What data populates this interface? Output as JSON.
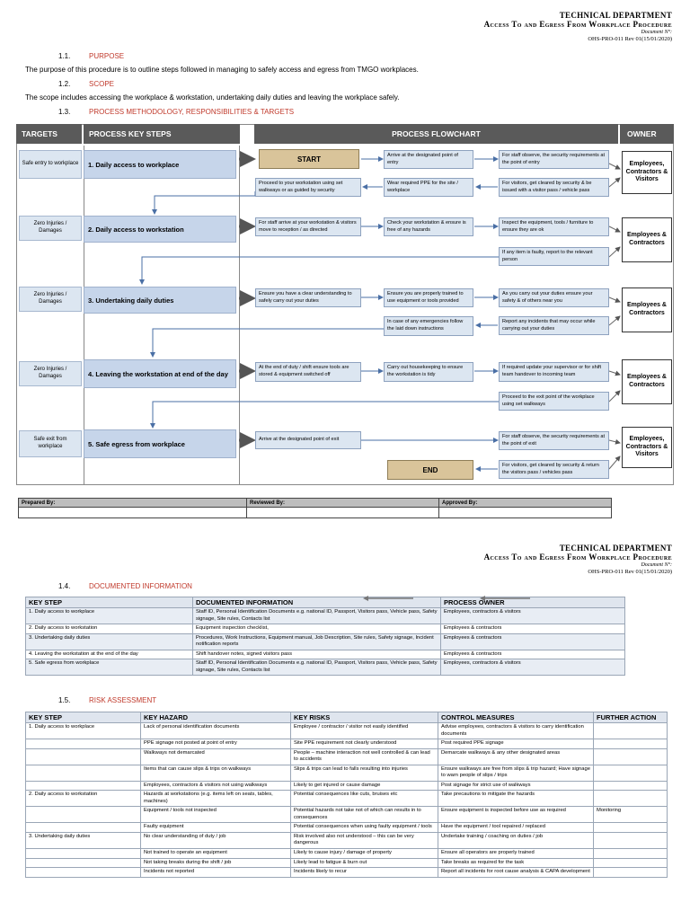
{
  "header": {
    "department": "TECHNICAL DEPARTMENT",
    "procedure": "Access To and Egress From Workplace Procedure",
    "doc_label": "Document N°:",
    "doc_ref": "OHS-PRO-011 Rev 01(15/01/2020)"
  },
  "sections": {
    "purpose": {
      "num": "1.1.",
      "label": "PURPOSE"
    },
    "purpose_text": "The purpose of this procedure is to outline steps followed in managing to safely access and egress from TMGO workplaces.",
    "scope": {
      "num": "1.2.",
      "label": "SCOPE"
    },
    "scope_text": "The scope includes accessing the workplace & workstation, undertaking daily duties and leaving the workplace safely.",
    "method": {
      "num": "1.3.",
      "label": "PROCESS METHODOLOGY, RESPONSIBILITIES & TARGETS"
    },
    "documented": {
      "num": "1.4.",
      "label": "DOCUMENTED INFORMATION"
    },
    "risk": {
      "num": "1.5.",
      "label": "RISK ASSESSMENT"
    }
  },
  "flow_headers": {
    "targets": "TARGETS",
    "key_steps": "PROCESS KEY STEPS",
    "flowchart": "PROCESS FLOWCHART",
    "owner": "OWNER"
  },
  "targets": [
    "Safe entry to workplace",
    "Zero Injuries / Damages",
    "Zero Injuries / Damages",
    "Zero Injuries / Damages",
    "Safe exit from workplace"
  ],
  "steps": [
    "1. Daily access to workplace",
    "2. Daily access to workstation",
    "3. Undertaking daily duties",
    "4. Leaving the workstation at end of the day",
    "5. Safe egress from workplace"
  ],
  "owners": [
    "Employees, Contractors & Visitors",
    "Employees & Contractors",
    "Employees & Contractors",
    "Employees & Contractors",
    "Employees, Contractors & Visitors"
  ],
  "flow": {
    "start": "START",
    "end": "END",
    "r1a": "Arrive at the designated point of entry",
    "r1b": "For staff observe, the security requirements at the point of entry",
    "r1c": "Proceed to your workstation using set walkways or as guided by security",
    "r1d": "Wear required PPE for the site / workplace",
    "r1e": "For visitors, get cleared by security & be issued with a visitor pass / vehicle pass",
    "r2a": "For staff arrive at your workstation & visitors move to reception / as directed",
    "r2b": "Check your workstation & ensure is free of any hazards",
    "r2c": "Inspect the equipment, tools / furniture to ensure they are ok",
    "r2d": "If any item is faulty, report to the relevant person",
    "r3a": "Ensure you have a clear understanding to safely carry out your duties",
    "r3b": "Ensure you are properly trained to use equipment or tools provided",
    "r3c": "As you carry out your duties ensure your safety & of others near you",
    "r3d": "In case of any emergencies follow the laid down instructions",
    "r3e": "Report any incidents that may occur while carrying out your duties",
    "r4a": "At the end of duty / shift ensure tools are stored & equipment switched off",
    "r4b": "Carry out housekeeping to ensure the workstation is tidy",
    "r4c": "If required update your supervisor or for shift team handover to incoming team",
    "r4d": "Proceed to the exit point of the workplace using set walkways",
    "r5a": "Arrive at the designated point of exit",
    "r5b": "For staff observe, the security requirements at the point of exit",
    "r5c": "For visitors, get cleared by security & return the visitors pass / vehicles pass"
  },
  "signatures": {
    "prepared": "Prepared By:",
    "reviewed": "Reviewed By:",
    "approved": "Approved By:"
  },
  "doc_table": {
    "headers": [
      "KEY STEP",
      "DOCUMENTED INFORMATION",
      "PROCESS OWNER"
    ],
    "rows": [
      [
        "1. Daily access to workplace",
        "Staff ID, Personal Identification Documents e.g. national ID, Passport, Visitors pass, Vehicle pass, Safety signage, Site rules, Contacts list",
        "Employees, contractors & visitors"
      ],
      [
        "2. Daily access to workstation",
        "Equipment inspection checklist,",
        "Employees & contractors"
      ],
      [
        "3. Undertaking daily duties",
        "Procedures, Work Instructions, Equipment manual, Job Description, Site rules, Safety signage, Incident notification reports",
        "Employees & contractors"
      ],
      [
        "4. Leaving the workstation at the end of the day",
        "Shift handover notes, signed visitors pass",
        "Employees & contractors"
      ],
      [
        "5. Safe egress from workplace",
        "Staff ID, Personal Identification Documents e.g. national ID, Passport, Visitors pass, Vehicle pass, Safety signage, Site rules, Contacts list",
        "Employees, contractors & visitors"
      ]
    ]
  },
  "risk_table": {
    "headers": [
      "KEY STEP",
      "KEY HAZARD",
      "KEY RISKS",
      "CONTROL MEASURES",
      "FURTHER ACTION"
    ],
    "rows": [
      [
        "1. Daily access to workplace",
        "Lack of personal identification documents",
        "Employee / contractor / visitor not easily identified",
        "Advise employees, contractors & visitors to carry identification documents",
        ""
      ],
      [
        "",
        "PPE signage not posted at point of entry",
        "Site PPE requirement not clearly understood",
        "Post required PPE signage",
        ""
      ],
      [
        "",
        "Walkways not demarcated",
        "People – machine interaction not well controlled & can lead to accidents",
        "Demarcate walkways & any other designated areas",
        ""
      ],
      [
        "",
        "Items that can cause slips & trips on walkways",
        "Slips & trips can lead to falls resulting into injuries",
        "Ensure walkways are free from slips & trip hazard; Have signage to warn people of slips / trips",
        ""
      ],
      [
        "",
        "Employees, contractors & visitors not using walkways",
        "Likely to get injured or cause damage",
        "Post signage for strict use of walkways",
        ""
      ],
      [
        "2. Daily access to workstation",
        "Hazards at workstations (e.g. items left on seats, tables, machines)",
        "Potential consequences like cuts, bruises etc",
        "Take precautions to mitigate the hazards",
        ""
      ],
      [
        "",
        "Equipment / tools not inspected",
        "Potential hazards not take not of which can results in to consequences",
        "Ensure equipment is inspected before use as required",
        "Monitoring"
      ],
      [
        "",
        "Faulty equipment",
        "Potential consequences when using faulty equipment / tools",
        "Have the equipment / tool repaired / replaced",
        ""
      ],
      [
        "3. Undertaking daily duties",
        "No clear understanding of duty / job",
        "Risk involved also not understood – this can be very dangerous",
        "Undertake training / coaching on duties / job",
        ""
      ],
      [
        "",
        "Not trained to operate an equipment",
        "Likely to cause injury / damage of property",
        "Ensure all operators are properly trained",
        ""
      ],
      [
        "",
        "Not taking breaks during the shift / job",
        "Likely lead to fatigue & burn out",
        "Take breaks as required for the task",
        ""
      ],
      [
        "",
        "Incidents not reported",
        "Incidents likely to recur",
        "Report all incidents for root cause analysis & CAPA development",
        ""
      ]
    ]
  }
}
